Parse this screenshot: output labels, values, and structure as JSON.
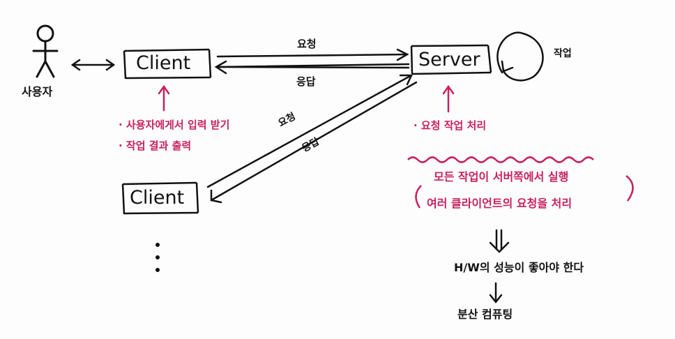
{
  "nodes": {
    "user_label": "사용자",
    "client_top": "Client",
    "client_bottom": "Client",
    "server": "Server",
    "server_loop_label": "작업",
    "ellipsis": "⋮"
  },
  "edges": {
    "request_top": "요청",
    "response_top": "응답",
    "request_bottom": "요청",
    "response_bottom": "응답"
  },
  "client_notes": [
    "· 사용자에게서 입력 받기",
    "· 작업 결과 출력"
  ],
  "server_notes": {
    "item": "· 요청 작업 처리",
    "bracket_lines": [
      "모든 작업이 서버쪽에서 실행",
      "여러 클라이언트의 요청을 처리"
    ],
    "conclusion": "H/W의 성능이 좋아야 한다",
    "final": "분산 컴퓨팅"
  },
  "colors": {
    "ink": "#111111",
    "accent": "#c8205e"
  }
}
